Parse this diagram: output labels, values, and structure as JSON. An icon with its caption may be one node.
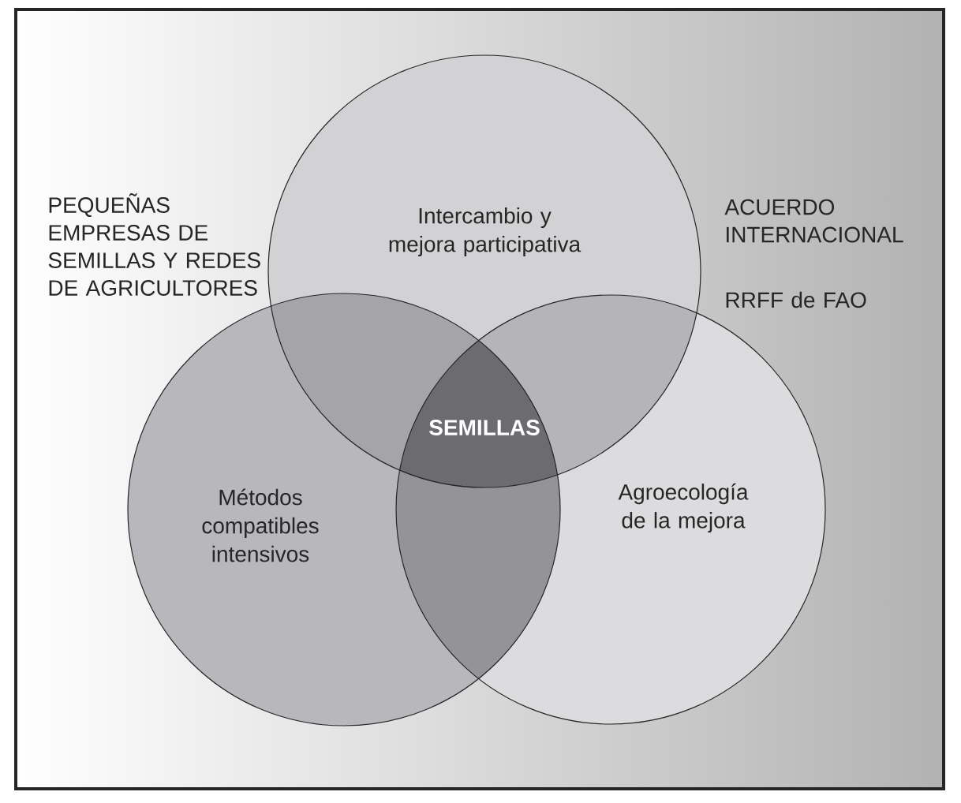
{
  "diagram": {
    "nodes": [
      {
        "text": [
          "Intercambio y mejora participativa"
        ]
      },
      {
        "text": [
          "Métodos compatibles intensivos"
        ]
      },
      {
        "text": [
          "Agroecología de la mejora"
        ]
      }
    ],
    "labels": [
      "PEQUEÑAS EMPRESAS DE SEMILLAS Y REDES DE AGRICULTORES",
      "ACUERDO INTERNACIONAL",
      "RRFF de FAO",
      "SEMILLAS"
    ]
  }
}
